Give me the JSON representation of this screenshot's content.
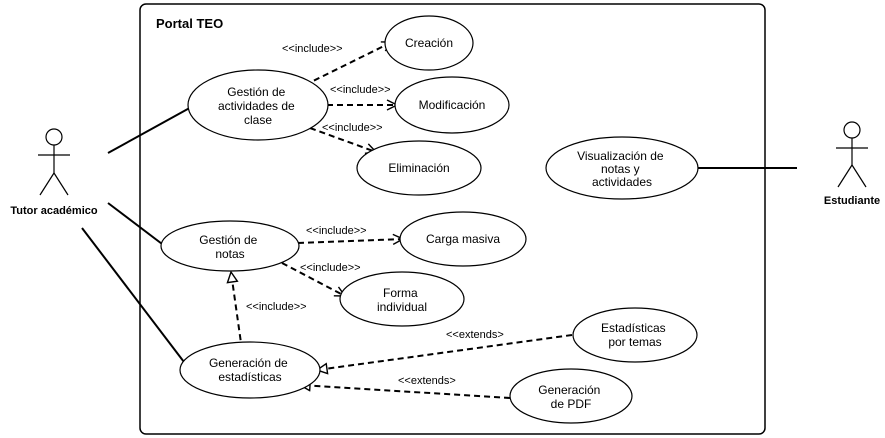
{
  "system": {
    "title": "Portal TEO"
  },
  "actors": {
    "tutor": "Tutor académico",
    "student": "Estudiante"
  },
  "use_cases": {
    "gestion_actividades": [
      "Gestión de",
      "actividades de",
      "clase"
    ],
    "creacion": [
      "Creación"
    ],
    "modificacion": [
      "Modificación"
    ],
    "eliminacion": [
      "Eliminación"
    ],
    "visualizacion": [
      "Visualización de",
      "notas y",
      "actividades"
    ],
    "gestion_notas": [
      "Gestión de",
      "notas"
    ],
    "carga_masiva": [
      "Carga masiva"
    ],
    "forma_individual": [
      "Forma",
      "individual"
    ],
    "generacion_estadisticas": [
      "Generación de",
      "estadísticas"
    ],
    "estadisticas_temas": [
      "Estadísticas",
      "por temas"
    ],
    "generacion_pdf": [
      "Generación",
      "de PDF"
    ]
  },
  "relations": {
    "include": "<<include>>",
    "extends": "<<extends>"
  }
}
